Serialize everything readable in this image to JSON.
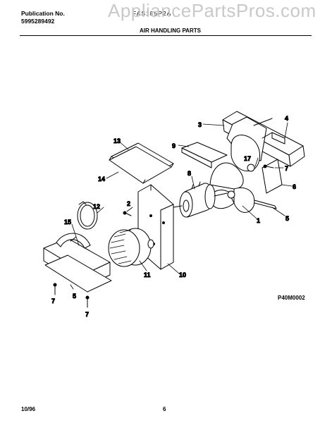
{
  "header": {
    "publication_label": "Publication No.",
    "publication_number": "5995289492",
    "model_number": "FAS185P2A",
    "section_title": "AIR HANDLING PARTS"
  },
  "watermark": "AppliancePartsPros.com",
  "diagram": {
    "figure_code": "P40M0002",
    "callouts": [
      {
        "id": "c1",
        "label": "1"
      },
      {
        "id": "c2",
        "label": "2"
      },
      {
        "id": "c3",
        "label": "3"
      },
      {
        "id": "c4",
        "label": "4"
      },
      {
        "id": "c5a",
        "label": "5"
      },
      {
        "id": "c5b",
        "label": "5"
      },
      {
        "id": "c6",
        "label": "6"
      },
      {
        "id": "c7a",
        "label": "7"
      },
      {
        "id": "c7b",
        "label": "7"
      },
      {
        "id": "c7c",
        "label": "7"
      },
      {
        "id": "c8",
        "label": "8"
      },
      {
        "id": "c9",
        "label": "9"
      },
      {
        "id": "c10",
        "label": "10"
      },
      {
        "id": "c11",
        "label": "11"
      },
      {
        "id": "c12",
        "label": "12"
      },
      {
        "id": "c13",
        "label": "13"
      },
      {
        "id": "c14",
        "label": "14"
      },
      {
        "id": "c15",
        "label": "15"
      },
      {
        "id": "c17",
        "label": "17"
      }
    ]
  },
  "footer": {
    "date": "10/96",
    "page": "6"
  }
}
